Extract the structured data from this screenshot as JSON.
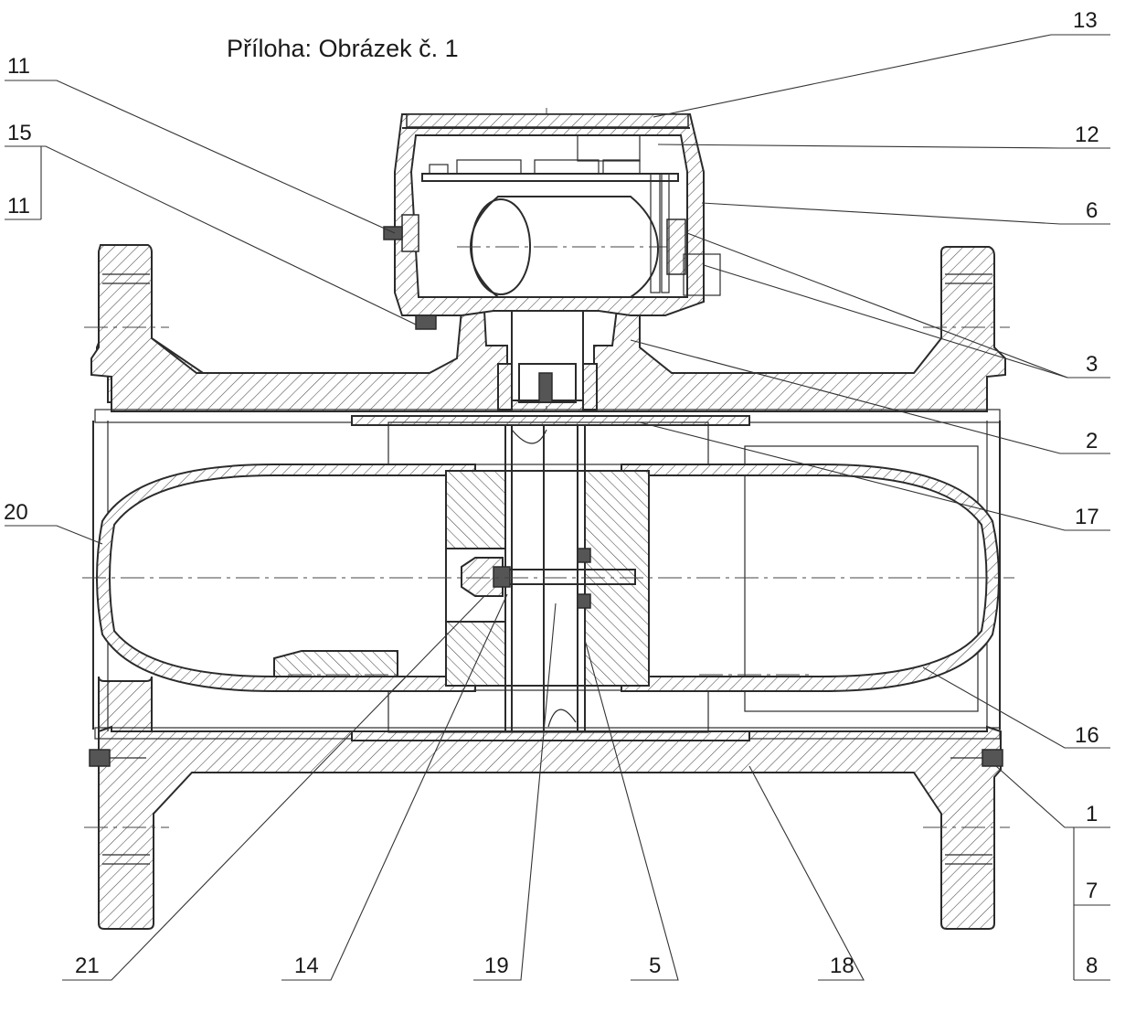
{
  "title": "Příloha: Obrázek č. 1",
  "labels": {
    "l13": "13",
    "l12": "12",
    "l11a": "11",
    "l15": "15",
    "l11b": "11",
    "l6": "6",
    "l3": "3",
    "l2": "2",
    "l17": "17",
    "l20": "20",
    "l16": "16",
    "l1": "1",
    "l7": "7",
    "l8": "8",
    "l21": "21",
    "l14": "14",
    "l19": "19",
    "l5": "5",
    "l18": "18"
  },
  "colors": {
    "line": "#2b2b2b",
    "text": "#1a1a1a",
    "background": "#ffffff"
  }
}
